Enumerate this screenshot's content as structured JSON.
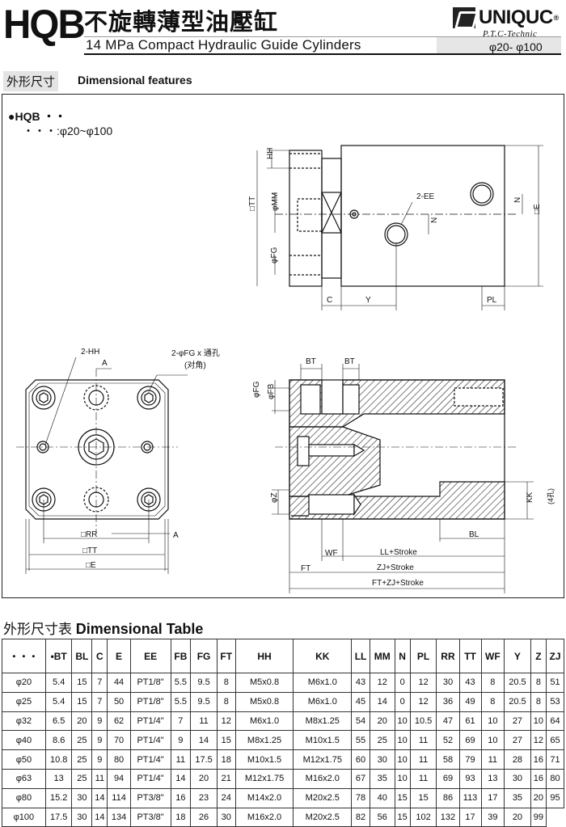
{
  "header": {
    "model_code": "HQB",
    "title_cn": "不旋轉薄型油壓缸",
    "title_en": "14 MPa Compact Hydraulic Guide Cylinders",
    "brand": "UNIQUC",
    "brand_reg": "®",
    "brand_sub": "P.T.C-Technic",
    "size_range": "φ20- φ100"
  },
  "section": {
    "label_cn": "外形尺寸",
    "label_en": "Dimensional features"
  },
  "series": {
    "label": "●HQB  ・・",
    "range": "・・・:φ20~φ100"
  },
  "labels": {
    "hh": "HH",
    "tt": "□TT",
    "mm": "φMM",
    "fg": "φFG",
    "ee2": "2-EE",
    "n": "N",
    "e": "□E",
    "c": "C",
    "y": "Y",
    "pl": "PL",
    "hh2": "2-HH",
    "fg2": "2-φFG x 通孔",
    "diag": "(对角)",
    "a": "A",
    "rr": "□RR",
    "bt": "BT",
    "fb": "φFB",
    "z": "φZ",
    "kk": "KK",
    "kk4": "(4孔)",
    "bl": "BL",
    "wf": "WF",
    "ll": "LL+Stroke",
    "ft": "FT",
    "zj": "ZJ+Stroke",
    "ftzj": "FT+ZJ+Stroke"
  },
  "table": {
    "title_cn": "外形尺寸表",
    "title_en": "Dimensional Table",
    "headers": [
      "・・・",
      "•BT",
      "BL",
      "C",
      "E",
      "EE",
      "FB",
      "FG",
      "FT",
      "HH",
      "KK",
      "LL",
      "MM",
      "N",
      "PL",
      "RR",
      "TT",
      "WF",
      "Y",
      "Z",
      "ZJ"
    ],
    "rows": [
      [
        "φ20",
        "5.4",
        "15",
        "7",
        "44",
        "PT1/8\"",
        "5.5",
        "9.5",
        "8",
        "M5x0.8",
        "M6x1.0",
        "43",
        "12",
        "0",
        "12",
        "30",
        "43",
        "8",
        "20.5",
        "8",
        "51"
      ],
      [
        "φ25",
        "5.4",
        "15",
        "7",
        "50",
        "PT1/8\"",
        "5.5",
        "9.5",
        "8",
        "M5x0.8",
        "M6x1.0",
        "45",
        "14",
        "0",
        "12",
        "36",
        "49",
        "8",
        "20.5",
        "8",
        "53"
      ],
      [
        "φ32",
        "6.5",
        "20",
        "9",
        "62",
        "PT1/4\"",
        "7",
        "11",
        "12",
        "M6x1.0",
        "M8x1.25",
        "54",
        "20",
        "10",
        "10.5",
        "47",
        "61",
        "10",
        "27",
        "10",
        "64"
      ],
      [
        "φ40",
        "8.6",
        "25",
        "9",
        "70",
        "PT1/4\"",
        "9",
        "14",
        "15",
        "M8x1.25",
        "M10x1.5",
        "55",
        "25",
        "10",
        "11",
        "52",
        "69",
        "10",
        "27",
        "12",
        "65"
      ],
      [
        "φ50",
        "10.8",
        "25",
        "9",
        "80",
        "PT1/4\"",
        "11",
        "17.5",
        "18",
        "M10x1.5",
        "M12x1.75",
        "60",
        "30",
        "10",
        "11",
        "58",
        "79",
        "11",
        "28",
        "16",
        "71"
      ],
      [
        "φ63",
        "13",
        "25",
        "11",
        "94",
        "PT1/4\"",
        "14",
        "20",
        "21",
        "M12x1.75",
        "M16x2.0",
        "67",
        "35",
        "10",
        "11",
        "69",
        "93",
        "13",
        "30",
        "16",
        "80"
      ],
      [
        "φ80",
        "15.2",
        "30",
        "14",
        "114",
        "PT3/8\"",
        "16",
        "23",
        "24",
        "M14x2.0",
        "M20x2.5",
        "78",
        "40",
        "15",
        "15",
        "86",
        "113",
        "17",
        "35",
        "20",
        "95"
      ],
      [
        "φ100",
        "17.5",
        "30",
        "14",
        "134",
        "PT3/8\"",
        "18",
        "26",
        "30",
        "M16x2.0",
        "M20x2.5",
        "82",
        "56",
        "15",
        "102",
        "132",
        "17",
        "39",
        "20",
        "99"
      ]
    ]
  }
}
